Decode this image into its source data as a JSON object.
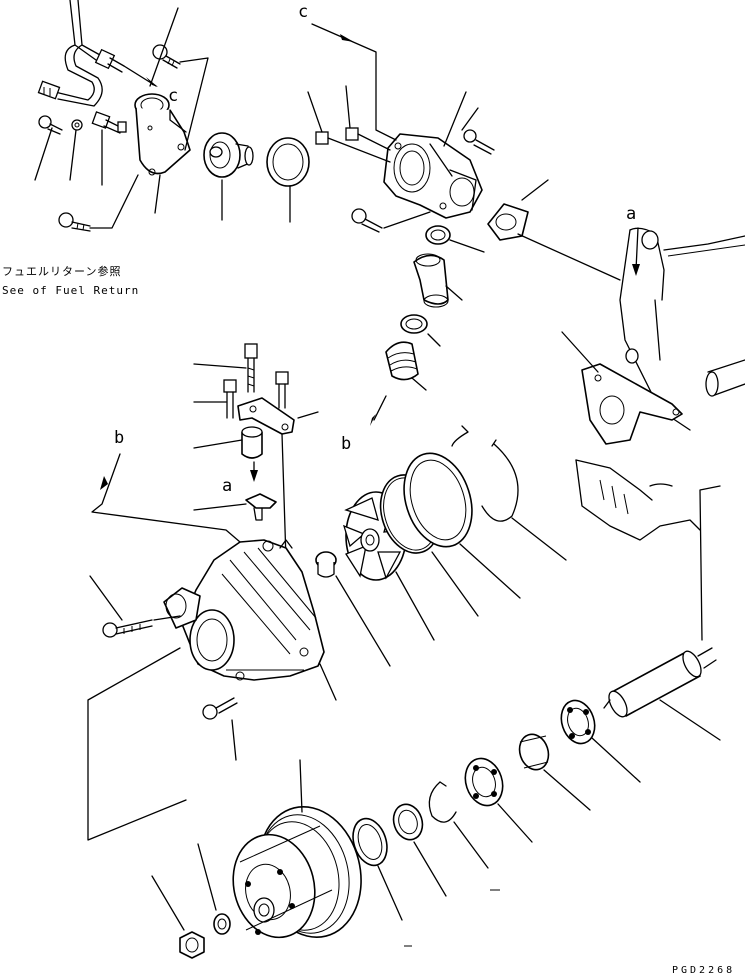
{
  "drawing": {
    "references": {
      "a_top": "a",
      "a_mid": "a",
      "b_left": "b",
      "b_mid": "b",
      "c_top": "c",
      "c_small": "c"
    },
    "fuel_note": {
      "jp": "フュエルリターン参照",
      "en": "See of Fuel Return"
    },
    "drawing_code": "PGD2268"
  },
  "colors": {
    "ink": "#000000",
    "paper": "#ffffff"
  }
}
